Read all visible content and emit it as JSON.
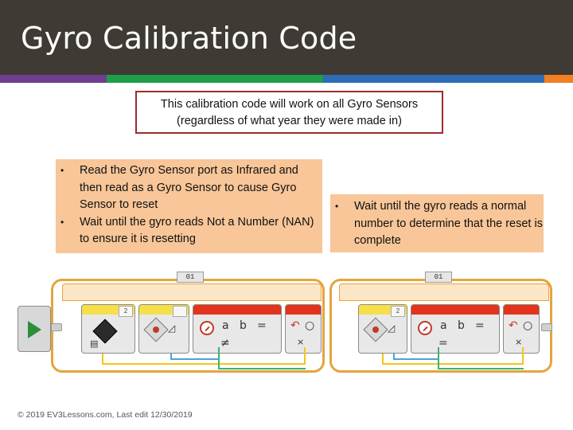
{
  "header": {
    "title": "Gyro Calibration Code"
  },
  "colors": {
    "title_bg": "#3f3a33",
    "accent_purple": "#6f3f8f",
    "accent_green": "#1e9e49",
    "accent_blue": "#2e6db5",
    "accent_orange": "#f27f22",
    "callout_border": "#a02b2b",
    "note_bg": "#f8c698"
  },
  "callout": {
    "line1": "This calibration code will work on all Gyro Sensors",
    "line2": "(regardless of what year they were made in)"
  },
  "left_note": {
    "bullet1": "Read the Gyro Sensor port as Infrared and then read as a Gyro Sensor to cause Gyro Sensor to reset",
    "bullet2": "Wait until the gyro reads Not a Number (NAN) to ensure it is resetting"
  },
  "right_note": {
    "bullet1": "Wait until the gyro reads a normal number to determine that the reset is complete"
  },
  "left_program": {
    "loop_counter": "01",
    "port_label": "2",
    "compare_label": "≠"
  },
  "right_program": {
    "loop_counter": "01",
    "port_label": "2",
    "compare_label": "="
  },
  "footer": {
    "text": "© 2019 EV3Lessons.com, Last edit 12/30/2019"
  },
  "icons": [
    "play-icon",
    "infrared-sensor-icon",
    "gyro-sensor-icon",
    "compare-icon",
    "loop-interrupt-icon"
  ]
}
